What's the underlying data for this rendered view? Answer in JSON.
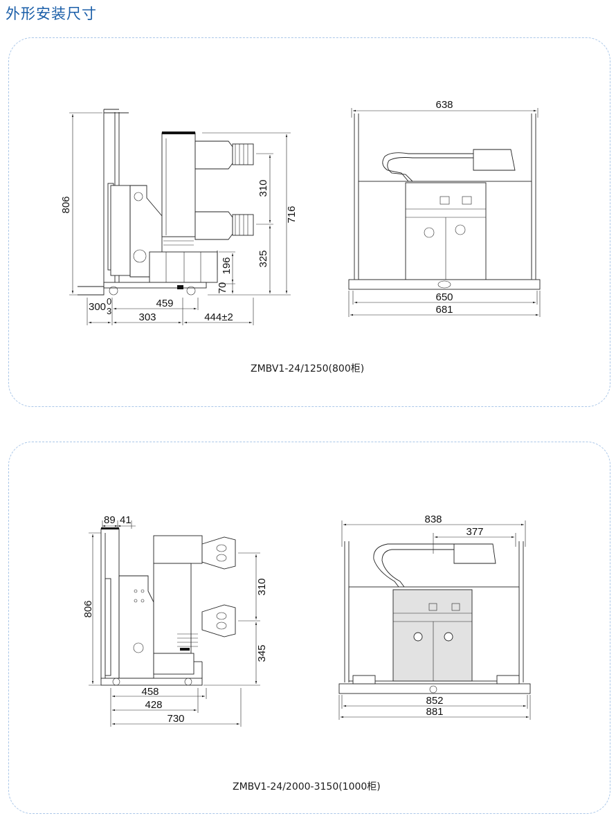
{
  "header": {
    "title": "外形安装尺寸"
  },
  "drawing1": {
    "caption": "ZMBV1-24/1250(800柜)",
    "side_view": {
      "height_total": "806",
      "height_main": "716",
      "pitch_upper": "310",
      "height_lower": "325",
      "height_base": "196",
      "height_foot": "70",
      "width_459": "459",
      "offset_300": "300",
      "offset_3": "3",
      "offset_0": "0",
      "width_303": "303",
      "width_444": "444±2"
    },
    "front_view": {
      "top_width": "638",
      "mid_width": "650",
      "bottom_width": "681"
    }
  },
  "drawing2": {
    "caption": "ZMBV1-24/2000-3150(1000柜)",
    "side_view": {
      "top_89": "89",
      "top_41": "41",
      "height_total": "806",
      "pitch_upper": "310",
      "height_lower": "345",
      "width_458": "458",
      "width_428": "428",
      "width_730": "730"
    },
    "front_view": {
      "top_width": "838",
      "half_width": "377",
      "mid_width": "852",
      "bottom_width": "881"
    }
  }
}
